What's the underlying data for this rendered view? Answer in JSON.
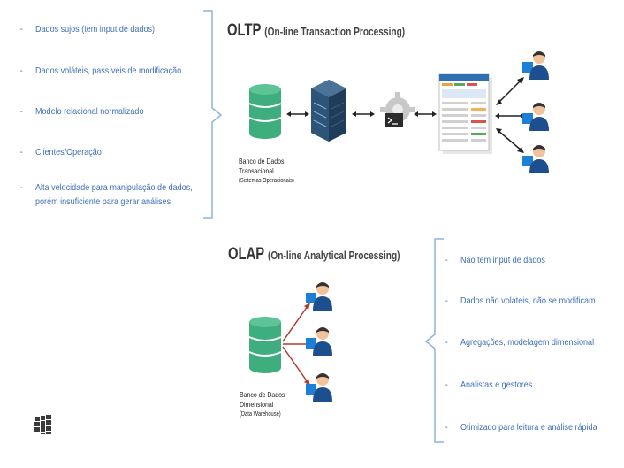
{
  "oltp": {
    "title": "OLTP",
    "subtitle": "(On-line Transaction Processing)",
    "bullets": [
      "Dados sujos (tem input de dados)",
      "Dados voláteis, passíveis de modificação",
      "Modelo relacional normalizado",
      "Clientes/Operação",
      "Alta velocidade para manipulação de dados,",
      "porém insuficiente para gerar análises"
    ],
    "db_caption": [
      "Banco de Dados",
      "Transacional",
      "(Sistemas Operacionais)"
    ]
  },
  "olap": {
    "title": "OLAP",
    "subtitle": "(On-line Analytical Processing)",
    "bullets": [
      "Não tem input de dados",
      "Dados não voláteis, não se modificam",
      "Agregações, modelagem dimensional",
      "Analistas e gestores",
      "Otimizado para leitura e análise rápida"
    ],
    "db_caption": [
      "Banco de Dados",
      "Dimensional",
      "(Data Warehouse)"
    ]
  },
  "bullet_marker": "-",
  "colors": {
    "db_green": "#3fae7e",
    "bullet_blue": "#3d6fb8",
    "bracket_blue": "#8fb2dc",
    "user_blue": "#1d7fd6",
    "user_skin": "#f2c29a"
  },
  "icons": [
    "database-icon",
    "server-icon",
    "gear-terminal-icon",
    "dashboard-icon",
    "user-icon",
    "windows-logo-icon"
  ]
}
